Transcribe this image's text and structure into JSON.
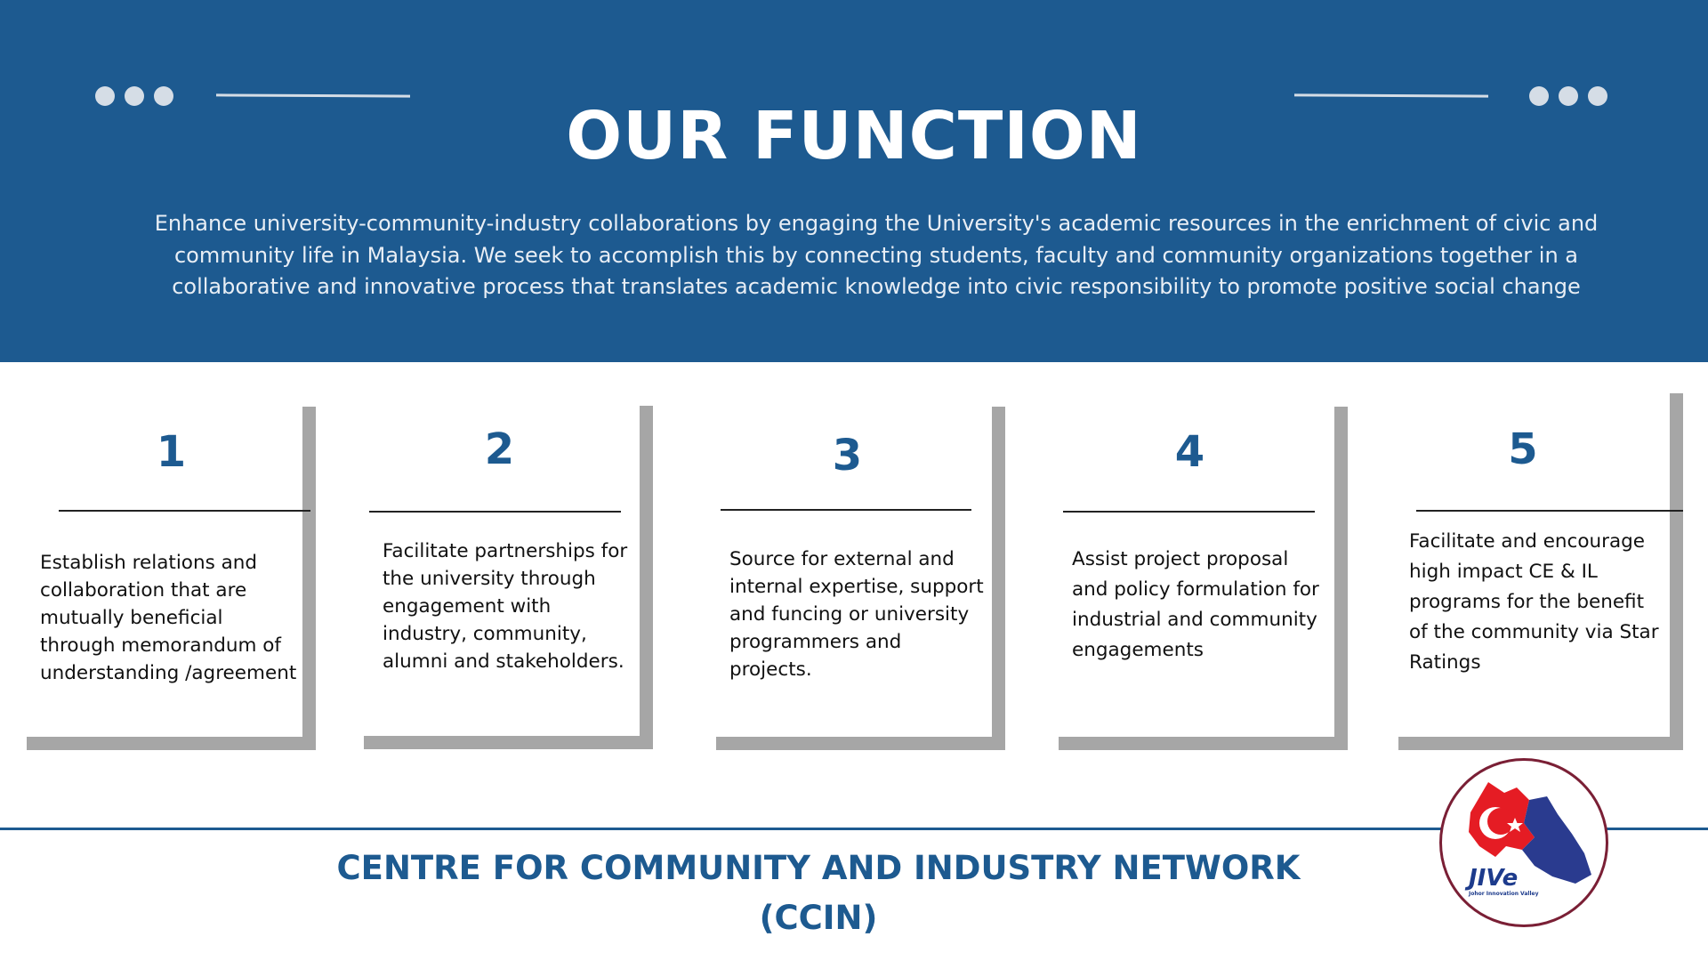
{
  "header": {
    "title": "OUR FUNCTION",
    "intro": "Enhance university-community-industry collaborations by engaging the University's academic resources in the enrichment of civic and community life in Malaysia. We seek to accomplish this by connecting students, faculty and community organizations together in a collaborative and innovative process that translates academic knowledge into civic responsibility to promote positive social change",
    "background_color": "#1d5a90"
  },
  "cards": [
    {
      "number": "1",
      "text": "Establish relations and collaboration that are mutually beneficial through memorandum of understanding /agreement"
    },
    {
      "number": "2",
      "text": "Facilitate partnerships for the university through engagement with industry, community, alumni and stakeholders."
    },
    {
      "number": "3",
      "text": "Source for external and internal expertise, support and funcing or university programmers and projects."
    },
    {
      "number": "4",
      "text": "Assist project proposal and policy formulation for industrial and community engagements"
    },
    {
      "number": "5",
      "text": "Facilitate and encourage high impact CE & IL programs for the benefit of the community via Star Ratings"
    }
  ],
  "footer": {
    "line1": "CENTRE FOR COMMUNITY AND INDUSTRY NETWORK",
    "line2": "(CCIN)"
  },
  "logo": {
    "brand": "JIVe",
    "tagline": "Johor Innovation Valley"
  },
  "colors": {
    "accent": "#1d5a90",
    "card_shadow": "#a6a6a6",
    "logo_ring": "#7a1f35"
  }
}
